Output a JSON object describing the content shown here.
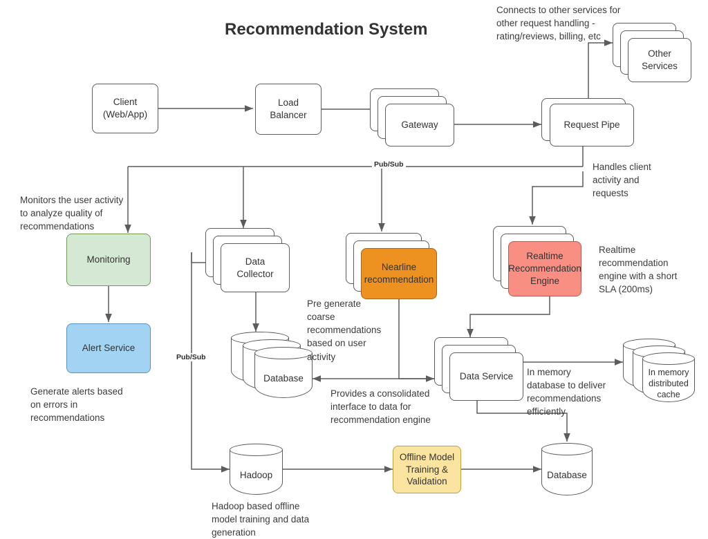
{
  "diagram": {
    "title": "Recommendation System",
    "background": "#ffffff",
    "line_color": "#5c5c5c",
    "text_color": "#333333"
  },
  "nodes": {
    "client": "Client\n(Web/App)",
    "load_balancer": "Load\nBalancer",
    "gateway": "Gateway",
    "request_pipe": "Request Pipe",
    "other_services": "Other\nServices",
    "monitoring": "Monitoring",
    "alert_service": "Alert Service",
    "data_collector": "Data\nCollector",
    "nearline": "Nearline\nrecommendation",
    "realtime_engine": "Realtime\nRecommendation\nEngine",
    "collector_database": "Database",
    "data_service": "Data Service",
    "memory_cache": "In memory\ndistributed\ncache",
    "hadoop": "Hadoop",
    "offline_training": "Offline Model\nTraining &\nValidation",
    "offline_database": "Database"
  },
  "colors": {
    "monitoring": "#d5e8d4",
    "alert_service": "#a2d3f2",
    "nearline": "#ed9121",
    "realtime_engine": "#f98e83",
    "offline_training": "#fbe4a0"
  },
  "edge_labels": {
    "pubsub_bus": "Pub/Sub",
    "pubsub_collector": "Pub/Sub"
  },
  "notes": {
    "other_services": "Connects to other services for\nother request handling -\nrating/reviews, billing, etc",
    "request_pipe": "Handles client\nactivity and\nrequests",
    "monitoring": "Monitors the user activity\nto analyze quality of\nrecommendations",
    "alert_service": "Generate alerts based\non errors in\nrecommendations",
    "nearline": "Pre generate\ncoarse\nrecommendations\nbased on user\nactivity",
    "realtime_engine": "Realtime\nrecommendation\nengine with a short\nSLA (200ms)",
    "data_service": "Provides a consolidated\ninterface to data for\nrecommendation engine",
    "memory_cache": "In memory\ndatabase to deliver\nrecommendations\nefficiently",
    "hadoop": "Hadoop based offline\nmodel training and data\ngeneration"
  }
}
